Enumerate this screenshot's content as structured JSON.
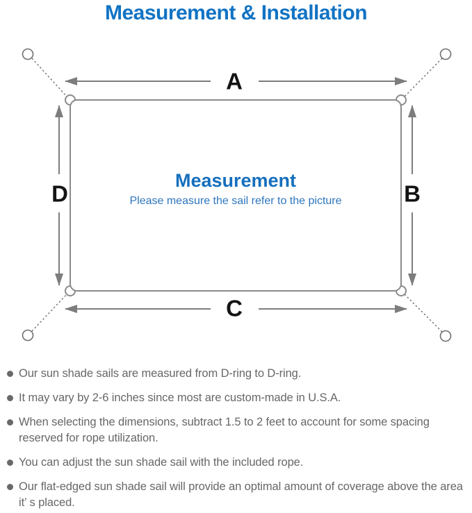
{
  "header": {
    "title": "Measurement & Installation"
  },
  "diagram": {
    "labels": {
      "top": "A",
      "right": "B",
      "bottom": "C",
      "left": "D"
    },
    "center": {
      "title": "Measurement",
      "subtitle": "Please measure the sail refer to the picture"
    }
  },
  "bullets": {
    "items": [
      "Our sun shade sails are measured from D-ring to D-ring.",
      "It may vary by 2-6 inches since most are custom-made in U.S.A.",
      "When selecting the dimensions, subtract 1.5 to 2 feet to account for some spacing reserved for rope utilization.",
      "You can adjust the sun shade sail with the included rope.",
      "Our flat-edged sun shade sail will provide an optimal amount of coverage above the area it’ s placed."
    ]
  },
  "colors": {
    "title_blue": "#1173c4",
    "center_blue": "#156fbd",
    "subtitle_blue": "#2e76bd",
    "line_gray": "#7d7d7d",
    "outline_gray": "#8a8a8a",
    "anchor_gray": "#6f6f6f",
    "label_black": "#141414",
    "bullet_text": "#676767",
    "bullet_dot": "#696969"
  }
}
